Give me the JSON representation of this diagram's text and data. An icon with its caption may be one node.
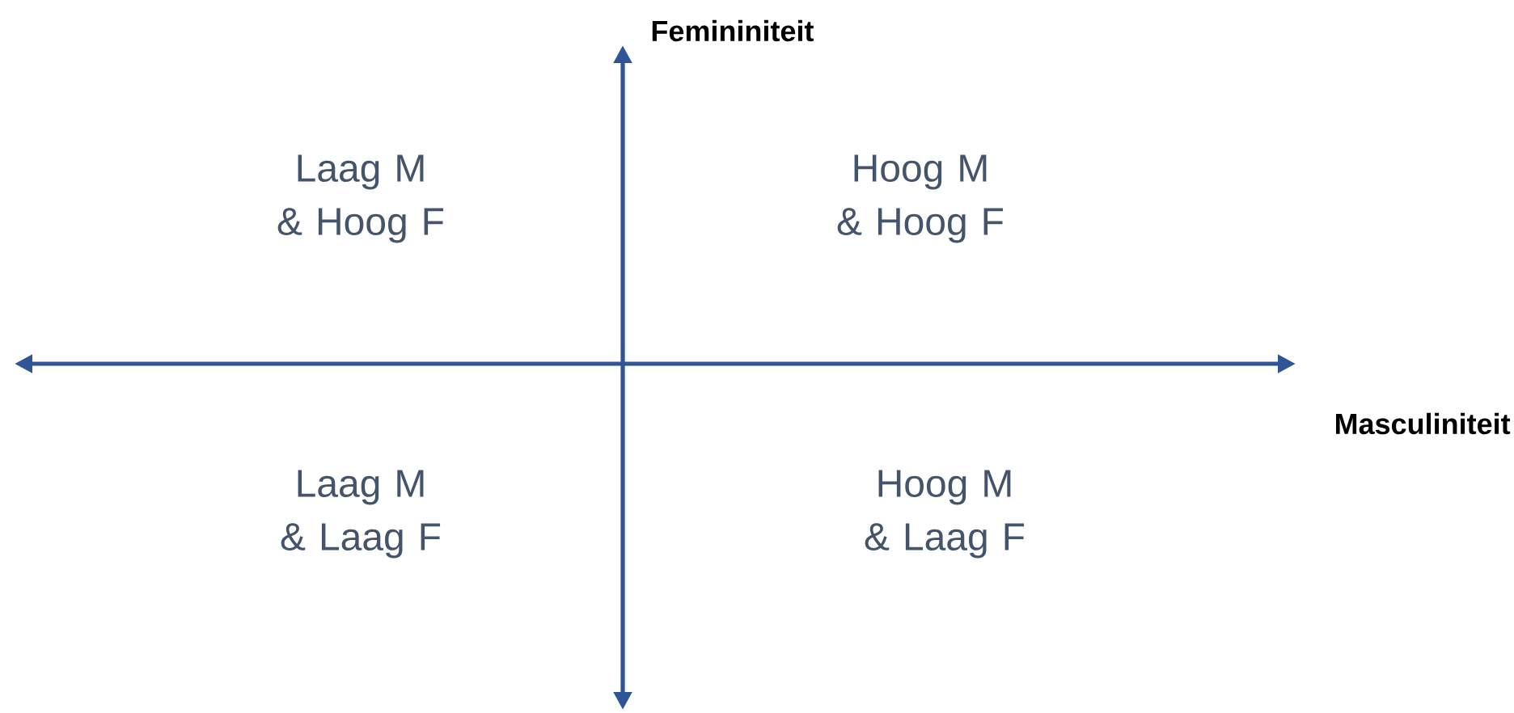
{
  "diagram": {
    "labels": [
      "Femininiteit",
      "Laag M & Hoog F",
      "Hoog M & Hoog F",
      "Masculiniteit",
      "Laag M & Laag F",
      "Hoog M & Laag F"
    ]
  }
}
